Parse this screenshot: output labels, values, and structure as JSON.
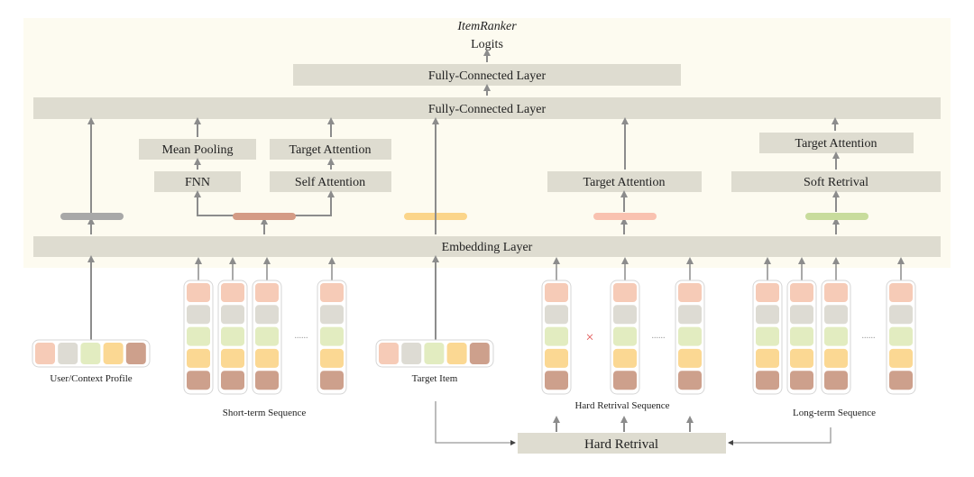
{
  "title": "ItemRanker",
  "output": "Logits",
  "layers": {
    "fc_top": "Fully-Connected Layer",
    "fc_main": "Fully-Connected Layer",
    "embedding": "Embedding Layer",
    "mean_pooling": "Mean Pooling",
    "fnn": "FNN",
    "short_target_attention": "Target Attention",
    "self_attention": "Self Attention",
    "hard_target_attention": "Target Attention",
    "long_target_attention": "Target Attention",
    "soft_retrival": "Soft Retrival",
    "hard_retrival": "Hard Retrival"
  },
  "inputs": {
    "profile": "User/Context Profile",
    "short_seq": "Short-term Sequence",
    "target_item": "Target Item",
    "hard_seq": "Hard Retrival Sequence",
    "long_seq": "Long-term Sequence"
  },
  "ellipsis": "......",
  "excluded_mark": "×",
  "colors": {
    "panel_bg": "#fdfbf0",
    "layer_box": "#dedcd0",
    "arrow": "#8c8c8c",
    "feature_1": "#f6cbb7",
    "feature_2": "#dddbd3",
    "feature_3": "#e2ecc0",
    "feature_4": "#fbd893",
    "feature_5": "#cda08c",
    "profile_embedding": "#a8a8a8",
    "short_seq_embedding": "#d49b85",
    "target_embedding": "#fbd58a",
    "hard_seq_embedding": "#f9c2b0",
    "long_seq_embedding": "#c8dc9c",
    "cross_mark": "#e05050"
  }
}
